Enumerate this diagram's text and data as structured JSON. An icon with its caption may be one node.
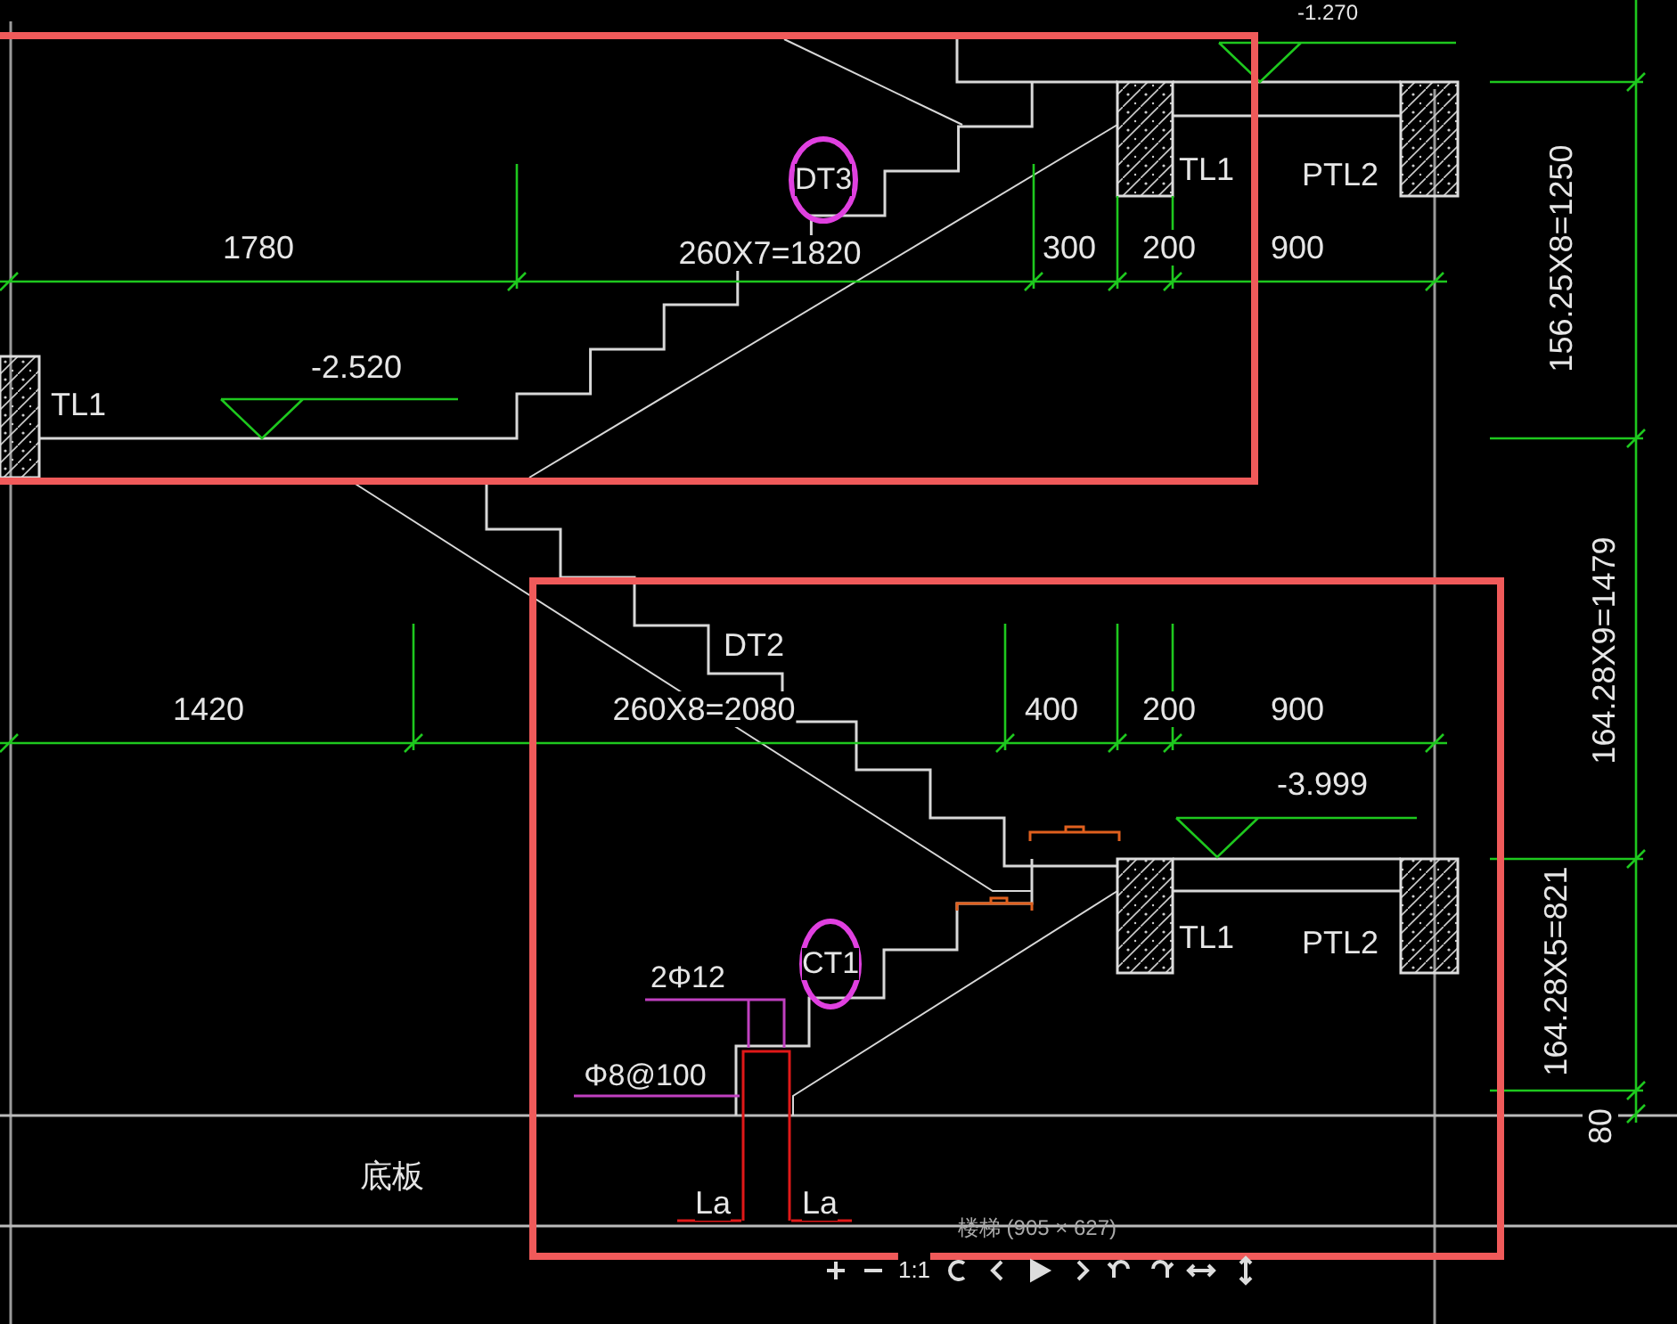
{
  "diagram": {
    "nodes": [
      {
        "text": [
          "DT3"
        ]
      },
      {
        "text": [
          "CT1"
        ]
      },
      {
        "text": [
          "2Φ12"
        ]
      },
      {
        "text": [
          "Φ8@100"
        ]
      },
      {
        "text": [],
        "shape": "bar"
      }
    ],
    "edges": [
      {
        "from": 2,
        "to": 4,
        "arrow": "none"
      },
      {
        "from": 3,
        "to": 4,
        "arrow": "none"
      }
    ],
    "labels": [
      "-1.270",
      "1780",
      "260X7=1820",
      "300",
      "200",
      "900",
      "TL1",
      "PTL2",
      "TL1",
      "-2.520",
      "156.25X8=1250",
      "DT2",
      "1420",
      "260X8=2080",
      "400",
      "200",
      "900",
      "-3.999",
      "TL1",
      "PTL2",
      "164.28X9=1479",
      "164.28X5=821",
      "80",
      "底板",
      "La",
      "La",
      "楼梯 (905 × 627)",
      "1:1"
    ]
  }
}
